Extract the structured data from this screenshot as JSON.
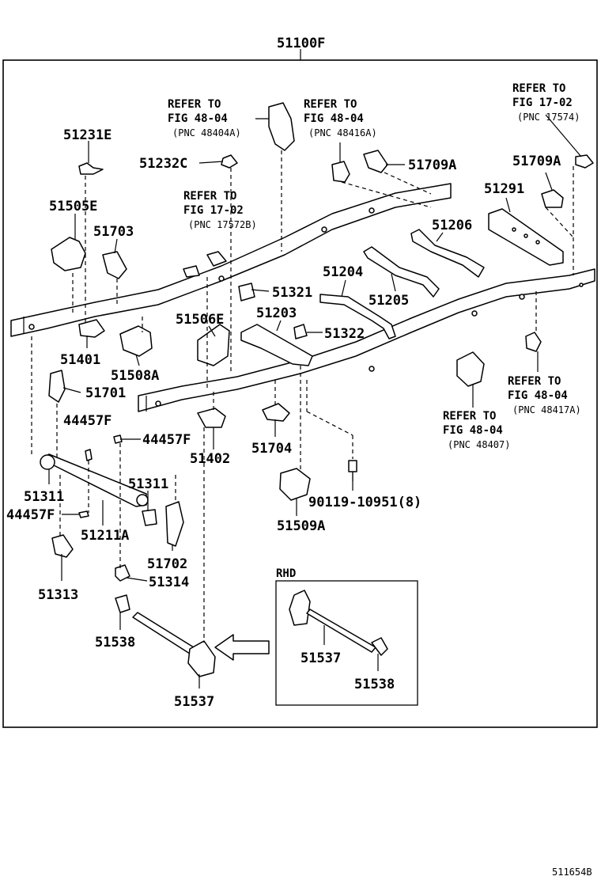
{
  "diagram": {
    "assembly_number": "51100F",
    "figure_code": "511654B",
    "rhd_label": "RHD",
    "refs": {
      "r1": {
        "line1": "REFER TO",
        "line2": "FIG 48-04",
        "line3": "(PNC 48404A)"
      },
      "r2": {
        "line1": "REFER TO",
        "line2": "FIG 48-04",
        "line3": "(PNC 48416A)"
      },
      "r3": {
        "line1": "REFER TO",
        "line2": "FIG 17-02",
        "line3": "(PNC 17574)"
      },
      "r4": {
        "line1": "REFER TO",
        "line2": "FIG 17-02",
        "line3": "(PNC 17572B)"
      },
      "r5": {
        "line1": "REFER TO",
        "line2": "FIG 48-04",
        "line3": "(PNC 48417A)"
      },
      "r6": {
        "line1": "REFER TO",
        "line2": "FIG 48-04",
        "line3": "(PNC 48407)"
      }
    },
    "parts": {
      "p51231E": "51231E",
      "p51232C": "51232C",
      "p51709A_1": "51709A",
      "p51709A_2": "51709A",
      "p51291": "51291",
      "p51505E": "51505E",
      "p51703": "51703",
      "p51206": "51206",
      "p51204": "51204",
      "p51321": "51321",
      "p51205": "51205",
      "p51506E": "51506E",
      "p51203": "51203",
      "p51322": "51322",
      "p51401": "51401",
      "p51508A": "51508A",
      "p51701": "51701",
      "p44457F_1": "44457F",
      "p44457F_2": "44457F",
      "p51402": "51402",
      "p51704": "51704",
      "p51311_1": "51311",
      "p51311_2": "51311",
      "p44457F_3": "44457F",
      "p51211A": "51211A",
      "p90119": "90119-10951(8)",
      "p51509A": "51509A",
      "p51313": "51313",
      "p51702": "51702",
      "p51314": "51314",
      "p51538_1": "51538",
      "p51537_1": "51537",
      "p51537_2": "51537",
      "p51538_2": "51538"
    }
  }
}
